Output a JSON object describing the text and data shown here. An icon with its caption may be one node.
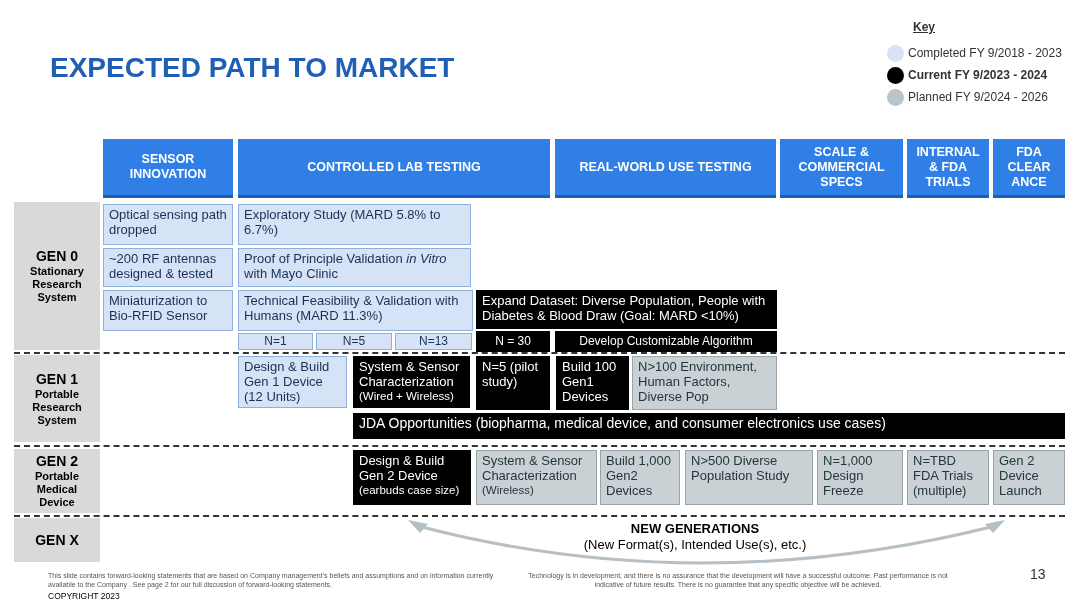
{
  "diagram": {
    "title": "EXPECTED PATH TO MARKET",
    "nodes": [
      {
        "text": [
          "SENSOR INNOVATION"
        ]
      },
      {
        "text": [
          "CONTROLLED LAB TESTING"
        ]
      },
      {
        "text": [
          "REAL-WORLD USE TESTING"
        ]
      },
      {
        "text": [
          "SCALE & COMMERCIAL SPECS"
        ]
      },
      {
        "text": [
          "INTERNAL & FDA TRIALS"
        ]
      },
      {
        "text": [
          "FDA CLEAR ANCE"
        ]
      },
      {
        "text": [
          "GEN 0",
          "Stationary Research System"
        ]
      },
      {
        "text": [
          "GEN 1",
          "Portable Research System"
        ]
      },
      {
        "text": [
          "GEN 2",
          "Portable Medical Device"
        ]
      },
      {
        "text": [
          "GEN X"
        ]
      },
      {
        "text": [
          "Optical sensing path dropped"
        ]
      },
      {
        "text": [
          "Exploratory Study (MARD 5.8% to 6.7%)"
        ]
      },
      {
        "text": [
          "~200 RF antennas designed & tested"
        ]
      },
      {
        "text": [
          "Proof of Principle Validation *in Vitro* with Mayo Clinic"
        ]
      },
      {
        "text": [
          "Miniaturization to Bio-RFID Sensor"
        ]
      },
      {
        "text": [
          "Technical Feasibility & Validation with Humans (MARD 11.3%)"
        ]
      },
      {
        "text": [
          "Expand Dataset: Diverse Population, People with Diabetes & Blood Draw (Goal: MARD <10%)"
        ]
      },
      {
        "text": [
          "N=1"
        ]
      },
      {
        "text": [
          "N=5"
        ]
      },
      {
        "text": [
          "N=13"
        ]
      },
      {
        "text": [
          "N = 30"
        ]
      },
      {
        "text": [
          "Develop Customizable Algorithm"
        ]
      },
      {
        "text": [
          "Design & Build Gen 1 Device (12 Units)"
        ]
      },
      {
        "text": [
          "System & Sensor Characterization",
          "(Wired + Wireless)"
        ]
      },
      {
        "text": [
          "N=5 (pilot study)"
        ]
      },
      {
        "text": [
          "Build 100 Gen1 Devices"
        ]
      },
      {
        "text": [
          "N>100 Environment, Human Factors, Diverse Pop"
        ]
      },
      {
        "text": [
          "JDA Opportunities (biopharma, medical device, and consumer electronics use cases)"
        ]
      },
      {
        "text": [
          "Design & Build Gen 2 Device",
          "(earbuds case size)"
        ]
      },
      {
        "text": [
          "System & Sensor Characterization",
          "(Wireless)"
        ]
      },
      {
        "text": [
          "Build 1,000 Gen2 Devices"
        ]
      },
      {
        "text": [
          "N>500 Diverse Population Study"
        ]
      },
      {
        "text": [
          "N=1,000 Design Freeze"
        ]
      },
      {
        "text": [
          "N=TBD FDA Trials (multiple)"
        ]
      },
      {
        "text": [
          "Gen 2 Device Launch"
        ]
      }
    ],
    "labels": [
      "Key",
      "NEW GENERATIONS",
      "(New Format(s), Intended Use(s), etc.)",
      "This slide contains forward-looking statements that are based on Company management's beliefs and assumptions and on information currently available to the Company . See page 2 for our full discussion of forward-looking statements.",
      "Technology is in development, and there is no assurance that the development will have a successful outcome. Past performance is not indicative of future results. There is no guarantee that any specific objective will be achieved.",
      "COPYRIGHT 2023",
      "13"
    ],
    "legend": [
      {
        "text": "Completed FY 9/2018 - 2023",
        "color": "#d6e3f6"
      },
      {
        "text": "Current FY 9/2023 - 2024",
        "color": "#000000"
      },
      {
        "text": "Planned FY 9/2024 - 2026",
        "color": "#b9c4ca"
      }
    ]
  }
}
